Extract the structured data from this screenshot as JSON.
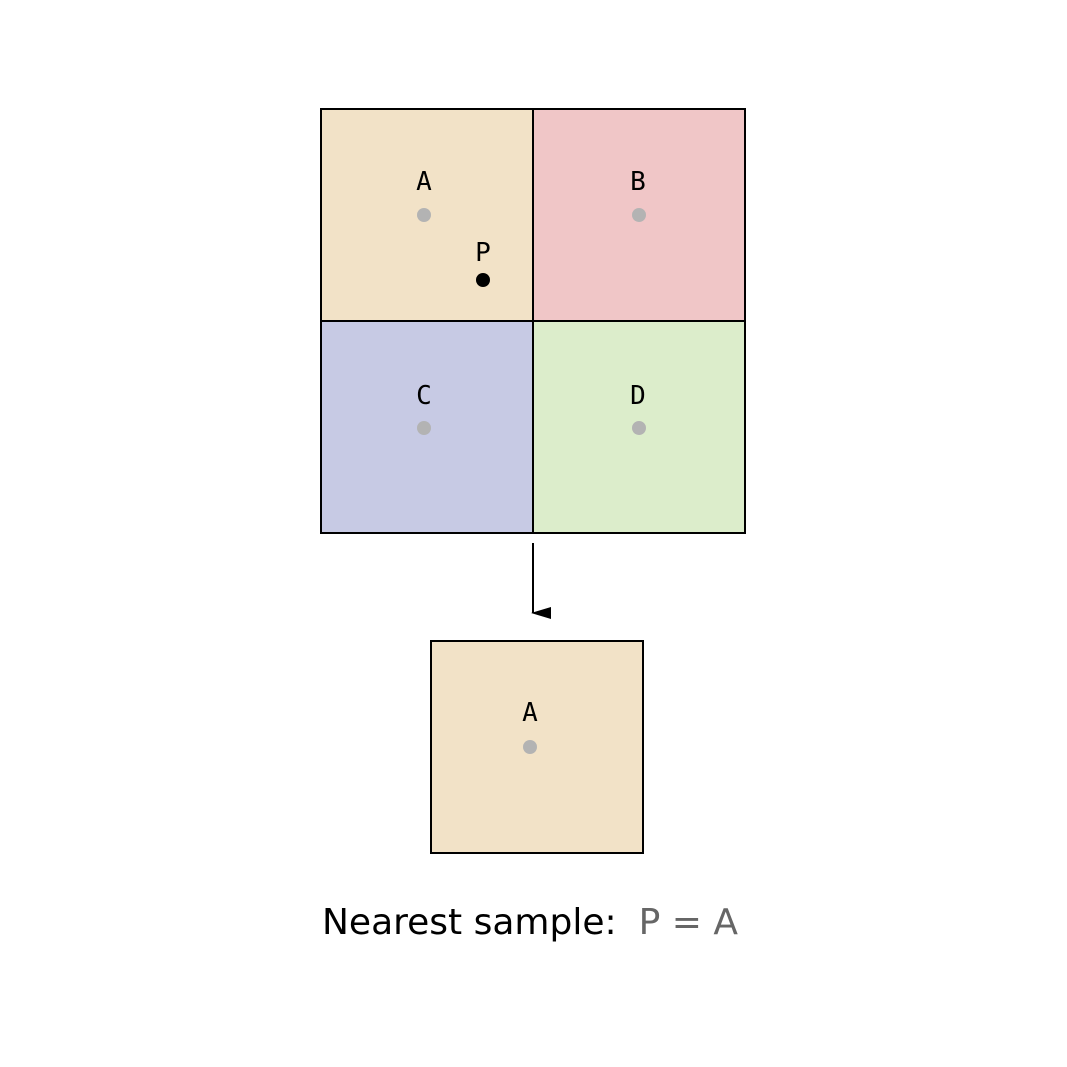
{
  "grid": {
    "cells": [
      {
        "label": "A",
        "color": "#f2e2c7"
      },
      {
        "label": "B",
        "color": "#f0c6c7"
      },
      {
        "label": "C",
        "color": "#c7cae4"
      },
      {
        "label": "D",
        "color": "#dcedcb"
      }
    ],
    "sample_dot_color": "#b3b3b3",
    "border_color": "#000000"
  },
  "query_point": {
    "label": "P",
    "color": "#000000"
  },
  "result": {
    "label": "A",
    "color": "#f2e2c7"
  },
  "caption": {
    "prefix": "Nearest sample:",
    "result_text": "P = A"
  }
}
